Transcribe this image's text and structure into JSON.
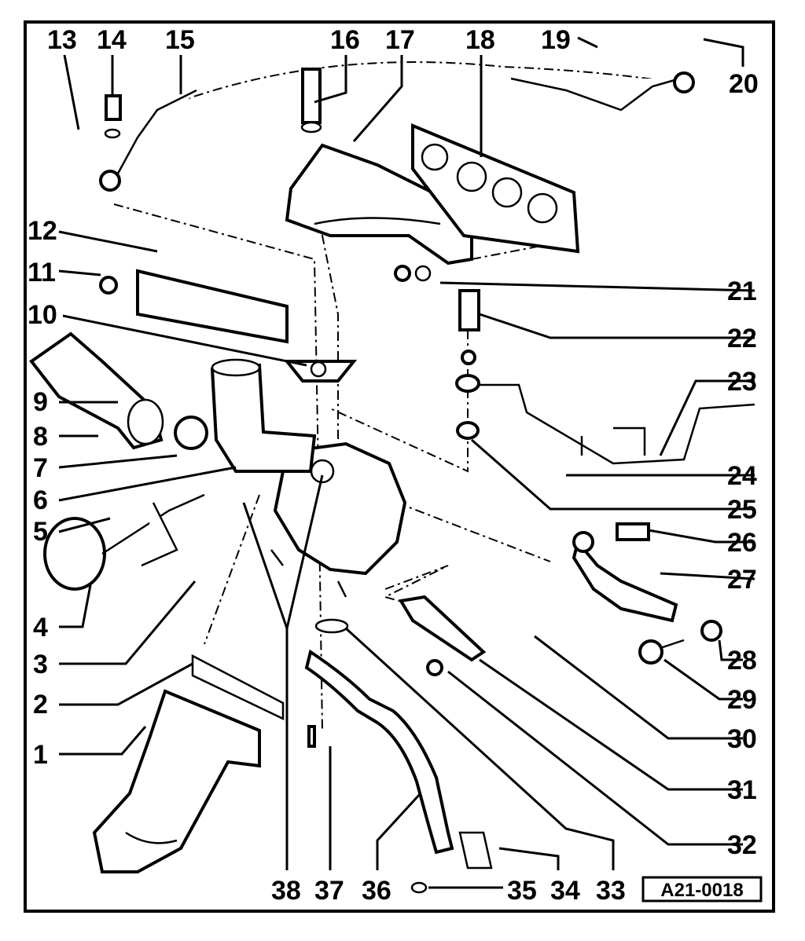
{
  "diagram": {
    "reference_code": "A21-0018",
    "callouts": [
      {
        "id": "1",
        "label": "1"
      },
      {
        "id": "2",
        "label": "2"
      },
      {
        "id": "3",
        "label": "3"
      },
      {
        "id": "4",
        "label": "4"
      },
      {
        "id": "5",
        "label": "5"
      },
      {
        "id": "6",
        "label": "6"
      },
      {
        "id": "7",
        "label": "7"
      },
      {
        "id": "8",
        "label": "8"
      },
      {
        "id": "9",
        "label": "9"
      },
      {
        "id": "10",
        "label": "10"
      },
      {
        "id": "11",
        "label": "11"
      },
      {
        "id": "12",
        "label": "12"
      },
      {
        "id": "13",
        "label": "13"
      },
      {
        "id": "14",
        "label": "14"
      },
      {
        "id": "15",
        "label": "15"
      },
      {
        "id": "16",
        "label": "16"
      },
      {
        "id": "17",
        "label": "17"
      },
      {
        "id": "18",
        "label": "18"
      },
      {
        "id": "19",
        "label": "19"
      },
      {
        "id": "20",
        "label": "20"
      },
      {
        "id": "21",
        "label": "21"
      },
      {
        "id": "22",
        "label": "22"
      },
      {
        "id": "23",
        "label": "23"
      },
      {
        "id": "24",
        "label": "24"
      },
      {
        "id": "25",
        "label": "25"
      },
      {
        "id": "26",
        "label": "26"
      },
      {
        "id": "27",
        "label": "27"
      },
      {
        "id": "28",
        "label": "28"
      },
      {
        "id": "29",
        "label": "29"
      },
      {
        "id": "30",
        "label": "30"
      },
      {
        "id": "31",
        "label": "31"
      },
      {
        "id": "32",
        "label": "32"
      },
      {
        "id": "33",
        "label": "33"
      },
      {
        "id": "34",
        "label": "34"
      },
      {
        "id": "35",
        "label": "35"
      },
      {
        "id": "36",
        "label": "36"
      },
      {
        "id": "37",
        "label": "37"
      },
      {
        "id": "38",
        "label": "38"
      }
    ]
  }
}
